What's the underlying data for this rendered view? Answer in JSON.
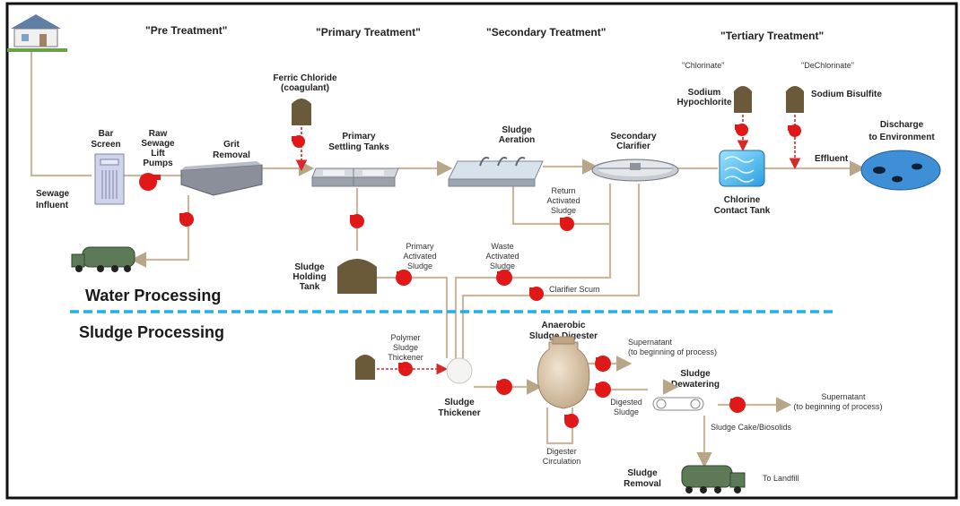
{
  "stages": {
    "pre": "\"Pre Treatment\"",
    "primary": "\"Primary Treatment\"",
    "secondary": "\"Secondary Treatment\"",
    "tertiary": "\"Tertiary Treatment\""
  },
  "labels": {
    "chlorinate": "\"Chlorinate\"",
    "dechlorinate": "\"DeChlorinate\"",
    "ferric_1": "Ferric Chloride",
    "ferric_2": "(coagulant)",
    "sodium_hypo_1": "Sodium",
    "sodium_hypo_2": "Hypochlorite",
    "sodium_bisulfite": "Sodium Bisulfite",
    "discharge_1": "Discharge",
    "discharge_2": "to Environment",
    "bar_screen_1": "Bar",
    "bar_screen_2": "Screen",
    "raw_pumps_1": "Raw",
    "raw_pumps_2": "Sewage",
    "raw_pumps_3": "Lift",
    "raw_pumps_4": "Pumps",
    "grit_1": "Grit",
    "grit_2": "Removal",
    "primary_tanks_1": "Primary",
    "primary_tanks_2": "Settling Tanks",
    "sludge_aeration_1": "Sludge",
    "sludge_aeration_2": "Aeration",
    "secondary_clarifier_1": "Secondary",
    "secondary_clarifier_2": "Clarifier",
    "effluent": "Effluent",
    "chlorine_tank_1": "Chlorine",
    "chlorine_tank_2": "Contact Tank",
    "sewage_influent_1": "Sewage",
    "sewage_influent_2": "Influent",
    "return_sludge_1": "Return",
    "return_sludge_2": "Activated",
    "return_sludge_3": "Sludge",
    "primary_activated_1": "Primary",
    "primary_activated_2": "Activated",
    "primary_activated_3": "Sludge",
    "waste_activated_1": "Waste",
    "waste_activated_2": "Activated",
    "waste_activated_3": "Sludge",
    "holding_tank_1": "Sludge",
    "holding_tank_2": "Holding",
    "holding_tank_3": "Tank",
    "clarifier_scum": "Clarifier Scum",
    "water_processing": "Water Processing",
    "sludge_processing": "Sludge Processing",
    "polymer_1": "Polymer",
    "polymer_2": "Sludge",
    "polymer_3": "Thickener",
    "thickener_1": "Sludge",
    "thickener_2": "Thickener",
    "digester_1": "Anaerobic",
    "digester_2": "Sludge Digester",
    "supernatant_a1": "Supernatant",
    "supernatant_a2": "(to beginning of process)",
    "dewatering_1": "Sludge",
    "dewatering_2": "Dewatering",
    "digested_1": "Digested",
    "digested_2": "Sludge",
    "supernatant_b1": "Supernatant",
    "supernatant_b2": "(to beginning of process)",
    "cake": "Sludge Cake/Biosolids",
    "digester_circ_1": "Digester",
    "digester_circ_2": "Circulation",
    "removal_1": "Sludge",
    "removal_2": "Removal",
    "landfill": "To Landfill"
  },
  "colors": {
    "pump_red": "#e01818",
    "chemical_tank": "#6b5a3a",
    "divider_blue": "#22aee8",
    "water_blue": "#3f8fd6"
  }
}
